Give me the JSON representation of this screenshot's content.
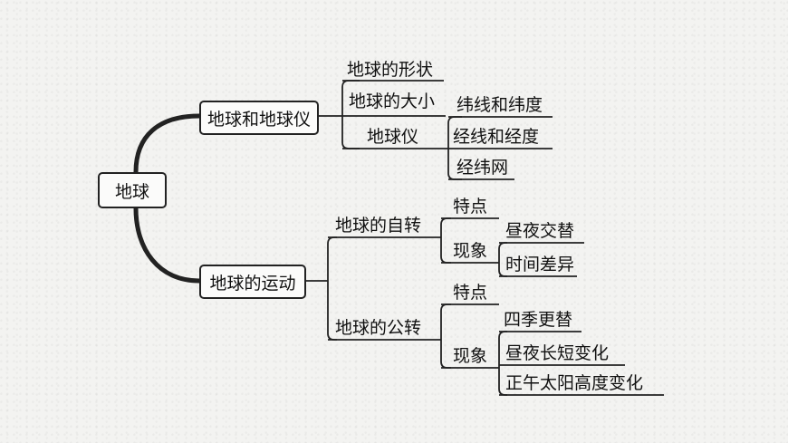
{
  "root": "地球",
  "branches": {
    "shape_size": {
      "title": "地球和地球仪",
      "shape": "地球的形状",
      "size": "地球的大小",
      "globe": "地球仪",
      "globe_items": [
        "纬线和纬度",
        "经线和经度",
        "经纬网"
      ]
    },
    "motion": {
      "title": "地球的运动",
      "rotation": {
        "title": "地球的自转",
        "feature": "特点",
        "phenomena": "现象",
        "phenomena_items": [
          "昼夜交替",
          "时间差异"
        ]
      },
      "revolution": {
        "title": "地球的公转",
        "feature": "特点",
        "phenomena": "现象",
        "phenomena_items": [
          "四季更替",
          "昼夜长短变化",
          "正午太阳高度变化"
        ]
      }
    }
  }
}
